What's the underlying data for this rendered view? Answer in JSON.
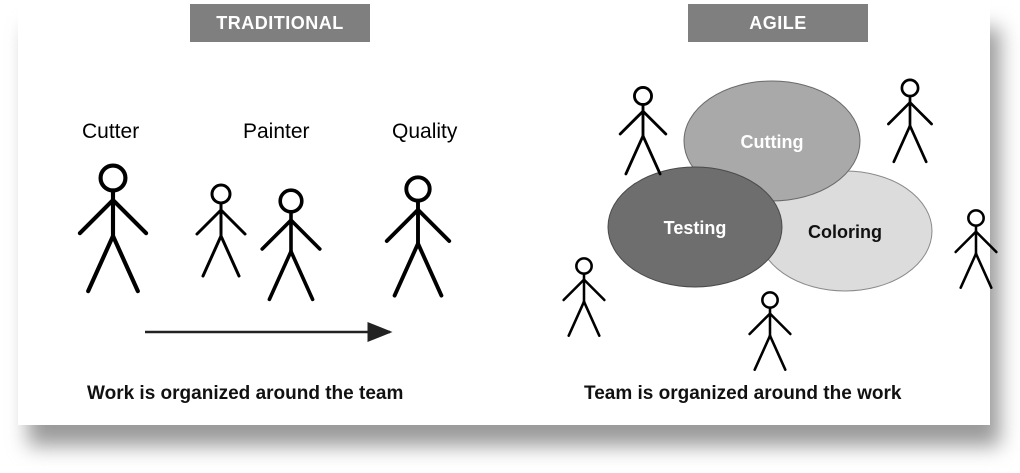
{
  "traditional": {
    "header": "TRADITIONAL",
    "roles": [
      "Cutter",
      "Painter",
      "Quality"
    ],
    "caption": "Work is organized around the team"
  },
  "agile": {
    "header": "AGILE",
    "bubbles": [
      "Cutting",
      "Testing",
      "Coloring"
    ],
    "caption": "Team is organized around the work"
  },
  "colors": {
    "header_bg": "#7f7f7f",
    "cutting": "#a9a9a9",
    "testing": "#6e6e6e",
    "coloring": "#dcdcdc"
  }
}
